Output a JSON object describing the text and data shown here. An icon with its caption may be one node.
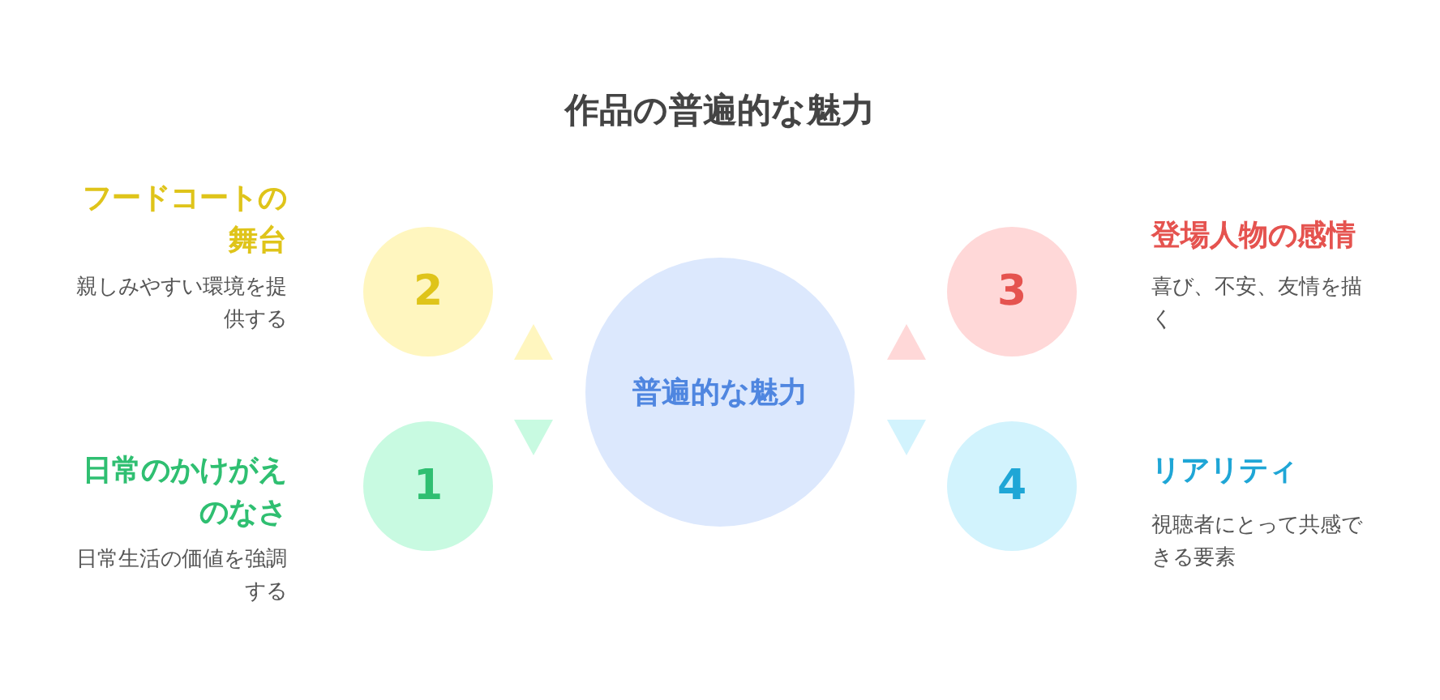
{
  "diagram": {
    "title": "作品の普遍的な魅力",
    "nodes": [
      {
        "text": [
          "普遍的な魅力"
        ]
      },
      {
        "text": [
          "2"
        ],
        "beside": [
          "フードコートの舞台",
          "親しみやすい環境を提供する"
        ]
      },
      {
        "text": [
          "3"
        ],
        "beside": [
          "登場人物の感情",
          "喜び、不安、友情を描く"
        ]
      },
      {
        "text": [
          "1"
        ],
        "beside": [
          "日常のかけがえのなさ",
          "日常生活の価値を強調する"
        ]
      },
      {
        "text": [
          "4"
        ],
        "beside": [
          "リアリティ",
          "視聴者にとって共感できる要素"
        ]
      }
    ],
    "edges": []
  }
}
